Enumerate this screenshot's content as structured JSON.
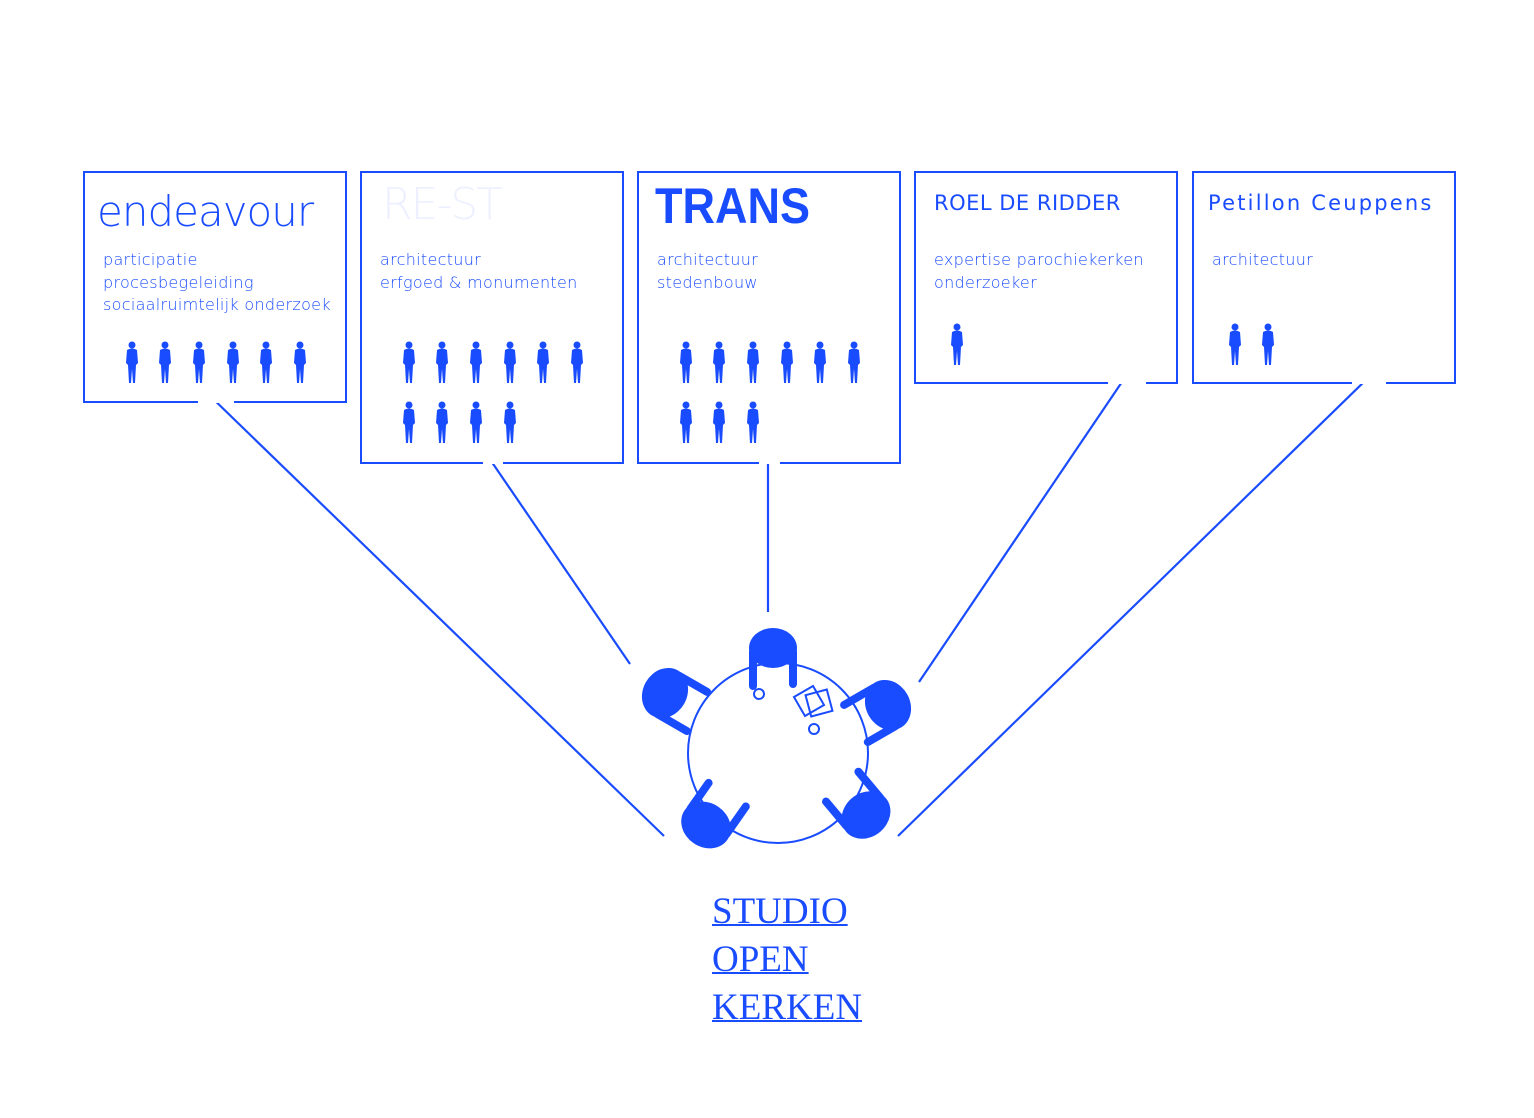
{
  "accent_color": "#1a4cff",
  "partners": [
    {
      "name": "endeavour",
      "description": "participatie\nprocesbegeleiding\nsociaalruimtelijk onderzoek",
      "people_count": 6
    },
    {
      "name": "RE-ST",
      "description": "architectuur\nerfgoed & monumenten",
      "people_count": 10
    },
    {
      "name": "TRANS",
      "description": "architectuur\nstedenbouw",
      "people_count": 9
    },
    {
      "name": "ROEL DE RIDDER",
      "description": "expertise parochiekerken\nonderzoeker",
      "people_count": 1
    },
    {
      "name": "Petillon Ceuppens",
      "description": "architectuur",
      "people_count": 2
    }
  ],
  "center": {
    "people_at_table": 5
  },
  "title_link": {
    "line1": "STUDIO",
    "line2": "OPEN",
    "line3": "KERKEN"
  }
}
